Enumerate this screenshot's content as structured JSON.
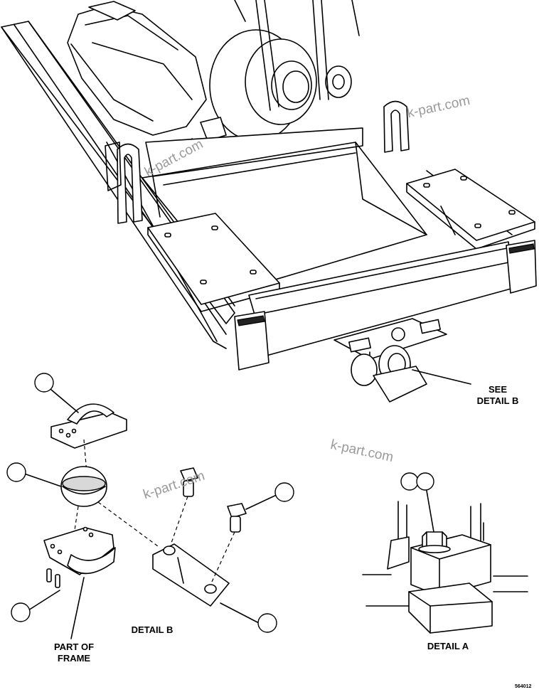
{
  "labels": {
    "see_detail_b_line1": "SEE",
    "see_detail_b_line2": "DETAIL B",
    "detail_b": "DETAIL B",
    "detail_a": "DETAIL A",
    "part_of_frame_line1": "PART OF",
    "part_of_frame_line2": "FRAME",
    "drawing_code": "564012"
  },
  "watermarks": [
    "k-part.com",
    "k-part.com",
    "k-part.com",
    "k-part.com"
  ]
}
